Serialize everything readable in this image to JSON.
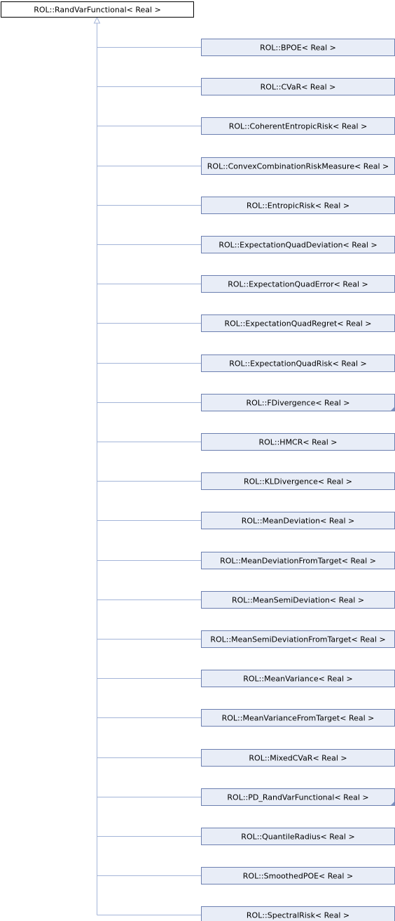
{
  "base_class": "ROL::RandVarFunctional< Real >",
  "derived_classes": [
    {
      "label": "ROL::BPOE< Real >",
      "has_more": false
    },
    {
      "label": "ROL::CVaR< Real >",
      "has_more": false
    },
    {
      "label": "ROL::CoherentEntropicRisk< Real >",
      "has_more": false
    },
    {
      "label": "ROL::ConvexCombinationRiskMeasure< Real >",
      "has_more": false
    },
    {
      "label": "ROL::EntropicRisk< Real >",
      "has_more": false
    },
    {
      "label": "ROL::ExpectationQuadDeviation< Real >",
      "has_more": false
    },
    {
      "label": "ROL::ExpectationQuadError< Real >",
      "has_more": false
    },
    {
      "label": "ROL::ExpectationQuadRegret< Real >",
      "has_more": false
    },
    {
      "label": "ROL::ExpectationQuadRisk< Real >",
      "has_more": false
    },
    {
      "label": "ROL::FDivergence< Real >",
      "has_more": true
    },
    {
      "label": "ROL::HMCR< Real >",
      "has_more": false
    },
    {
      "label": "ROL::KLDivergence< Real >",
      "has_more": false
    },
    {
      "label": "ROL::MeanDeviation< Real >",
      "has_more": false
    },
    {
      "label": "ROL::MeanDeviationFromTarget< Real >",
      "has_more": false
    },
    {
      "label": "ROL::MeanSemiDeviation< Real >",
      "has_more": false
    },
    {
      "label": "ROL::MeanSemiDeviationFromTarget< Real >",
      "has_more": false
    },
    {
      "label": "ROL::MeanVariance< Real >",
      "has_more": false
    },
    {
      "label": "ROL::MeanVarianceFromTarget< Real >",
      "has_more": false
    },
    {
      "label": "ROL::MixedCVaR< Real >",
      "has_more": false
    },
    {
      "label": "ROL::PD_RandVarFunctional< Real >",
      "has_more": true
    },
    {
      "label": "ROL::QuantileRadius< Real >",
      "has_more": false
    },
    {
      "label": "ROL::SmoothedPOE< Real >",
      "has_more": false
    },
    {
      "label": "ROL::SpectralRisk< Real >",
      "has_more": false
    }
  ],
  "colors": {
    "base_fill": "#ffffff",
    "base_stroke": "#000000",
    "derived_fill": "#e8edf7",
    "derived_stroke": "#6c7fb0",
    "edge": "#a4b5d8",
    "more_marker": "#7b8fbf"
  }
}
